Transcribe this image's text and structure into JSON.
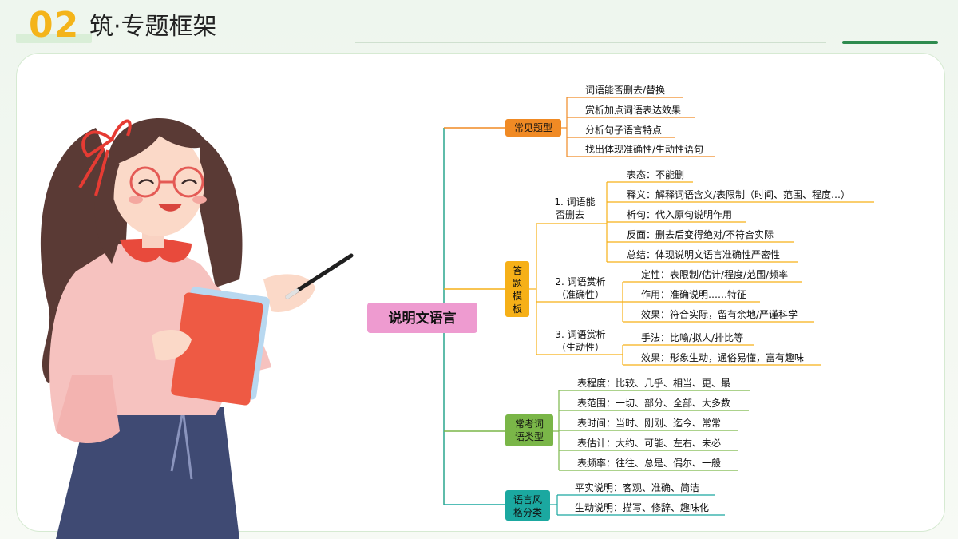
{
  "header": {
    "number": "02",
    "title": "筑·专题框架"
  },
  "root": "说明文语言",
  "branches": [
    {
      "label": "常见题型",
      "color": "#f08a24",
      "items": [
        "词语能否删去/替换",
        "赏析加点词语表达效果",
        "分析句子语言特点",
        "找出体现准确性/生动性语句"
      ]
    },
    {
      "label": "答题模板",
      "color": "#f6b018",
      "subs": [
        {
          "label": [
            "1. 词语能",
            "否删去"
          ],
          "items": [
            "表态：不能删",
            "释义：解释词语含义/表限制（时间、范围、程度…）",
            "析句：代入原句说明作用",
            "反面：删去后变得绝对/不符合实际",
            "总结：体现说明文语言准确性严密性"
          ]
        },
        {
          "label": [
            "2. 词语赏析",
            "（准确性）"
          ],
          "items": [
            "定性：表限制/估计/程度/范围/频率",
            "作用：准确说明……特征",
            "效果：符合实际，留有余地/严谨科学"
          ]
        },
        {
          "label": [
            "3. 词语赏析",
            "（生动性）"
          ],
          "items": [
            "手法：比喻/拟人/排比等",
            "效果：形象生动，通俗易懂，富有趣味"
          ]
        }
      ]
    },
    {
      "label": "常考词语类型",
      "color": "#7ab648",
      "items": [
        "表程度：比较、几乎、相当、更、最",
        "表范围：一切、部分、全部、大多数",
        "表时间：当时、刚刚、迄今、常常",
        "表估计：大约、可能、左右、未必",
        "表频率：往往、总是、偶尔、一般"
      ]
    },
    {
      "label": "语言风格分类",
      "color": "#1ba8a0",
      "items": [
        "平实说明：客观、准确、简洁",
        "生动说明：描写、修辞、趣味化"
      ]
    }
  ],
  "colors": {
    "accent_yellow": "#f4b41a",
    "accent_green": "#2e8b4e",
    "root_fill": "#ee9bd0"
  }
}
